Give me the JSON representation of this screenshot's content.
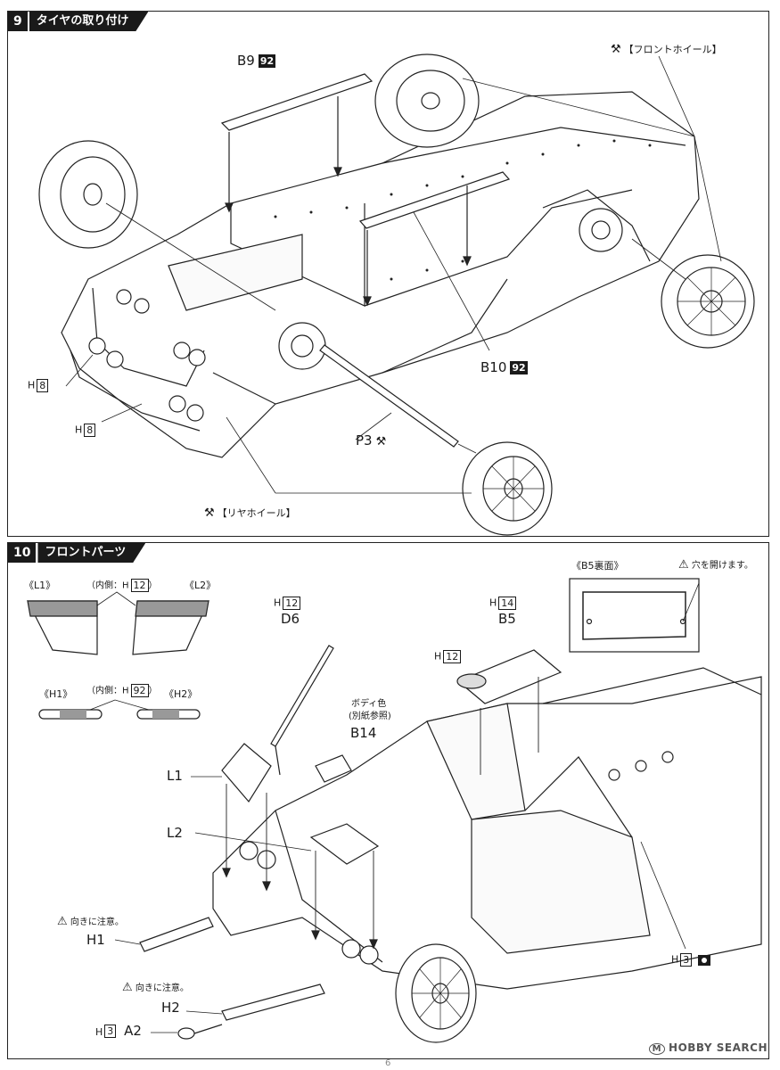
{
  "step9": {
    "number": "9",
    "title": "タイヤの取り付け",
    "front_wheel_label": "【フロントホイール】",
    "rear_wheel_label": "【リヤホイール】",
    "b9": "B9",
    "b9_code": "92",
    "b10": "B10",
    "b10_code": "92",
    "p3": "P3",
    "h8": "H",
    "h8_box": "8"
  },
  "step10": {
    "number": "10",
    "title": "フロントパーツ",
    "l1": "《L1》",
    "l2": "《L2》",
    "inner_h12": "（内側：H",
    "inner_h12_box": "12",
    "inner_close": "）",
    "h1_view": "《H1》",
    "h2_view": "《H2》",
    "inner_h92_box": "92",
    "b5_back": "《B5裏面》",
    "drill_hole": "穴を開けます。",
    "h": "H",
    "h12_box": "12",
    "h14_box": "14",
    "d6": "D6",
    "b5": "B5",
    "body_color_1": "ボディ色",
    "body_color_2": "(別紙参照)",
    "b14": "B14",
    "part_l1": "L1",
    "part_l2": "L2",
    "orient_note": "向きに注意。",
    "part_h1": "H1",
    "part_h2": "H2",
    "h3_box": "3",
    "part_a2": "A2"
  },
  "watermark": "HOBBY SEARCH",
  "page_number": "6"
}
